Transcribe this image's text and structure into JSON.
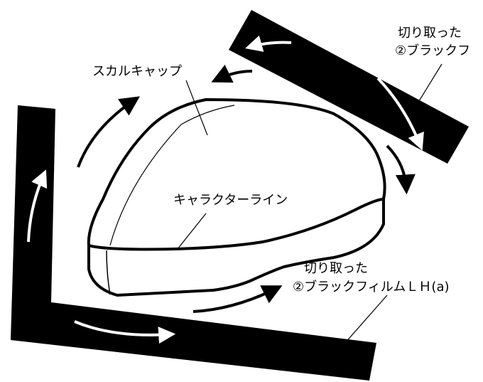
{
  "labels": {
    "skull_cap": "スカルキャップ",
    "character_line": "キャラクターライン",
    "cut_film_rh_line1": "切り取った",
    "cut_film_rh_line2": "②ブラックフ",
    "cut_film_lh_line1": "切り取った",
    "cut_film_lh_line2": "②ブラックフィルムＬＨ(a)"
  }
}
